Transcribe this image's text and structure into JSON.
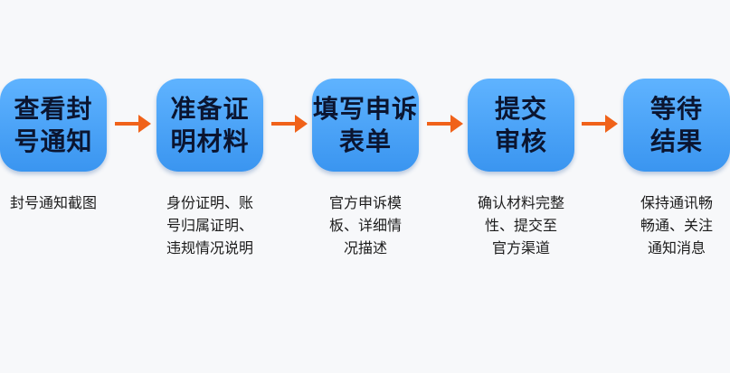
{
  "steps": [
    {
      "title_line1": "查看封",
      "title_line2": "号通知",
      "desc_lines": [
        "封号通知截图"
      ]
    },
    {
      "title_line1": "准备证",
      "title_line2": "明材料",
      "desc_lines": [
        "身份证明、账",
        "号归属证明、",
        "违规情况说明"
      ]
    },
    {
      "title_line1": "填写申诉",
      "title_line2": "表单",
      "desc_lines": [
        "官方申诉模",
        "板、详细情",
        "况描述"
      ]
    },
    {
      "title_line1": "提交",
      "title_line2": "审核",
      "desc_lines": [
        "确认材料完整",
        "性、提交至",
        "官方渠道"
      ]
    },
    {
      "title_line1": "等待",
      "title_line2": "结果",
      "desc_lines": [
        "保持通讯畅",
        "畅通、关注",
        "通知消息"
      ]
    }
  ],
  "colors": {
    "box": "#4aa4f8",
    "arrow": "#f0621a",
    "title_text": "#0b1530",
    "desc_text": "#1c1c1c"
  }
}
